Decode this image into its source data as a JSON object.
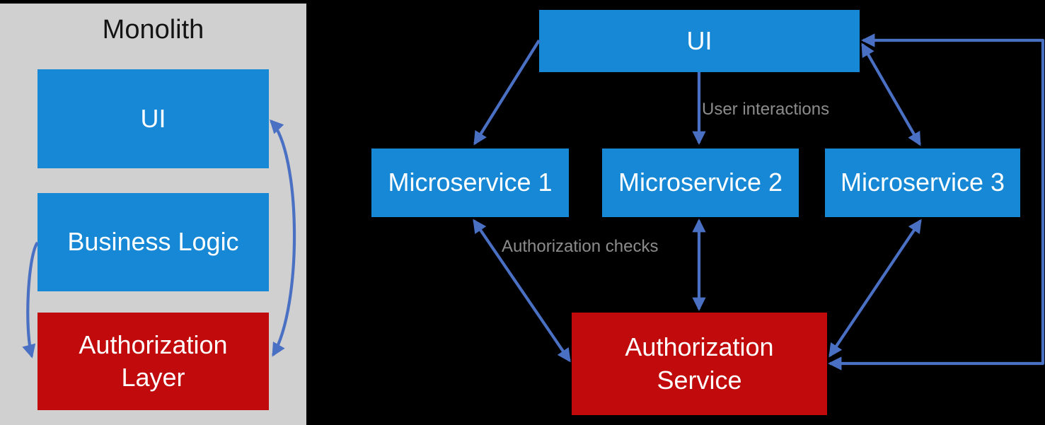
{
  "colors": {
    "background": "#000000",
    "panel_background": "#d0d0d0",
    "box_blue": "#1788d5",
    "box_red": "#c00a0b",
    "arrow_blue": "#4a70c4",
    "label_gray": "#8c8c8c",
    "title_text": "#141414",
    "box_text": "#ffffff"
  },
  "monolith": {
    "title": "Monolith",
    "ui": "UI",
    "business_logic": "Business Logic",
    "authorization_layer": "Authorization Layer"
  },
  "microservices": {
    "ui": "UI",
    "ms1": "Microservice 1",
    "ms2": "Microservice 2",
    "ms3": "Microservice 3",
    "auth_service": "Authorization Service",
    "label_user_interactions": "User interactions",
    "label_authorization_checks": "Authorization checks"
  },
  "connections": [
    {
      "from": "UI (monolith)",
      "to": "Authorization Layer",
      "bidirectional": true
    },
    {
      "from": "Business Logic",
      "to": "Authorization Layer",
      "bidirectional": false
    },
    {
      "from": "UI",
      "to": "Microservice 1",
      "bidirectional": false
    },
    {
      "from": "UI",
      "to": "Microservice 2",
      "bidirectional": false,
      "label": "User interactions"
    },
    {
      "from": "UI",
      "to": "Microservice 3",
      "bidirectional": true
    },
    {
      "from": "Microservice 1",
      "to": "Authorization Service",
      "bidirectional": true,
      "label": "Authorization checks"
    },
    {
      "from": "Microservice 2",
      "to": "Authorization Service",
      "bidirectional": true
    },
    {
      "from": "Microservice 3",
      "to": "Authorization Service",
      "bidirectional": true
    },
    {
      "from": "Authorization Service",
      "to": "UI",
      "bidirectional": true
    }
  ]
}
